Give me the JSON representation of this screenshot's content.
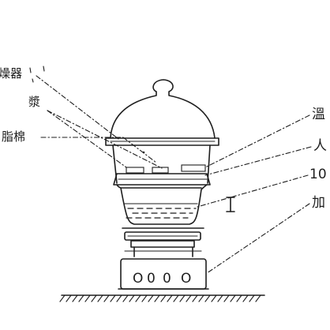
{
  "labels": {
    "left": [
      "燥器",
      "漿",
      "脂棉"
    ],
    "right": [
      "溫",
      "人",
      "10",
      "加"
    ]
  },
  "controls": [
    "O",
    "0",
    "0",
    "O"
  ],
  "colors": {
    "ink": "#1e1e1e",
    "paper": "#ffffff"
  }
}
